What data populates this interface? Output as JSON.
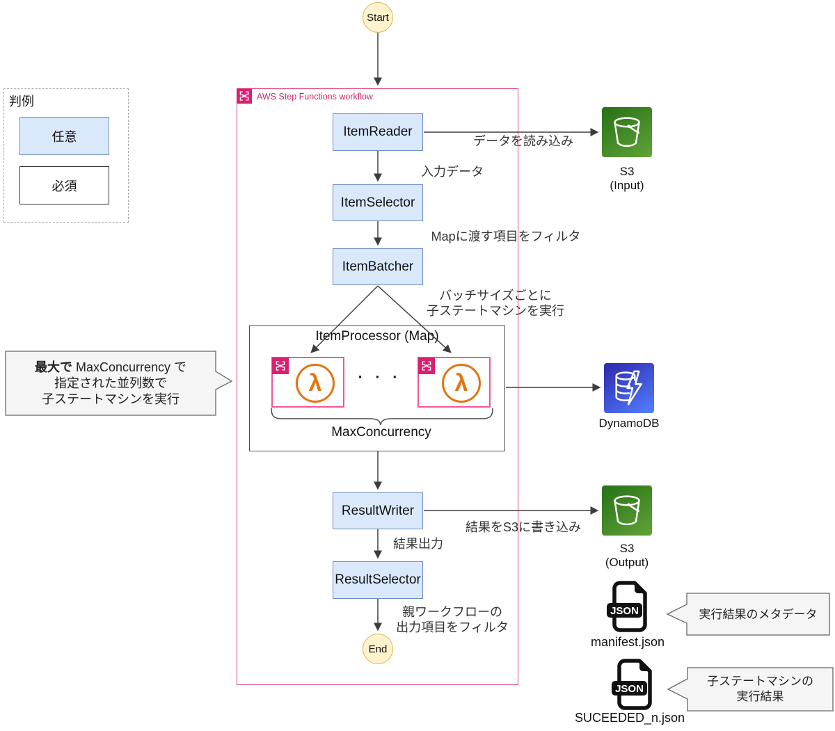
{
  "legend": {
    "title": "判例",
    "optional": "任意",
    "required": "必須"
  },
  "terminals": {
    "start": "Start",
    "end": "End"
  },
  "workflow": {
    "header": "AWS Step Functions workflow"
  },
  "nodes": {
    "item_reader": "ItemReader",
    "item_selector": "ItemSelector",
    "item_batcher": "ItemBatcher",
    "item_processor_title": "ItemProcessor (Map)",
    "result_writer": "ResultWriter",
    "result_selector": "ResultSelector",
    "max_concurrency": "MaxConcurrency",
    "dots": "· · ·",
    "lambda_glyph": "λ"
  },
  "edge_labels": {
    "read_data": "データを読み込み",
    "input_data": "入力データ",
    "filter_map_items": "Mapに渡す項目をフィルタ",
    "batch_line1": "バッチサイズごとに",
    "batch_line2": "子ステートマシンを実行",
    "write_results": "結果をS3に書き込み",
    "result_output": "結果出力",
    "parent_line1": "親ワークフローの",
    "parent_line2": "出力項目をフィルタ"
  },
  "resources": {
    "s3_input": {
      "line1": "S3",
      "line2": "(Input)"
    },
    "s3_output": {
      "line1": "S3",
      "line2": "(Output)"
    },
    "dynamodb": {
      "label": "DynamoDB"
    },
    "manifest": {
      "label": "manifest.json",
      "badge": "JSON"
    },
    "succeeded": {
      "label": "SUCEEDED_n.json",
      "badge": "JSON"
    }
  },
  "callouts": {
    "max_concurrency": {
      "line1_bold": "最大で",
      "line1_rest": " MaxConcurrency で",
      "line2": "指定された並列数で",
      "line3": "子ステートマシンを実行"
    },
    "manifest_note": "実行結果のメタデータ",
    "succeeded_note_line1": "子ステートマシンの",
    "succeeded_note_line2": "実行結果"
  },
  "colors": {
    "node_fill": "#DAE8FC",
    "node_border": "#6C8EBF",
    "terminal_fill": "#FFF2CC",
    "terminal_border": "#D6B656",
    "workflow_pink": "#DB1F6E",
    "workflow_border": "#E0457B",
    "lambda_orange": "#E2750F",
    "lambda_box_border": "#F0569B",
    "s3_green": "#60A337",
    "dynamodb_blue": "#527FFF",
    "callout_fill": "#F5F5F5",
    "callout_border": "#666666",
    "arrow": "#3D3D3D"
  }
}
